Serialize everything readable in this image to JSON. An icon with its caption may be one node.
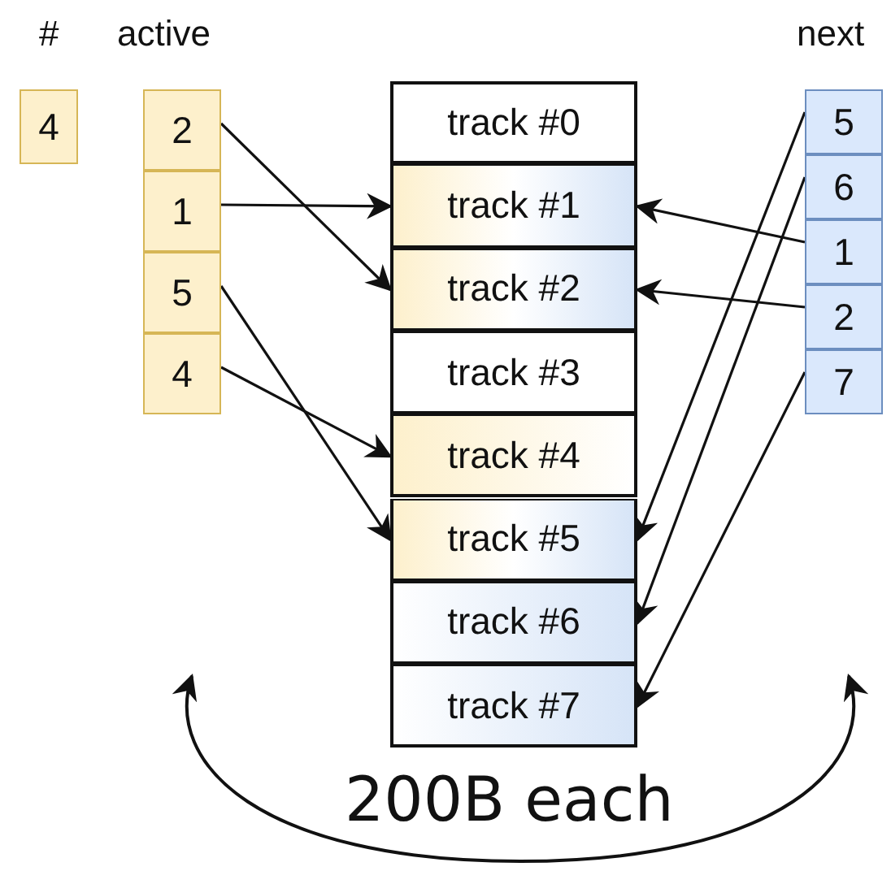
{
  "diagram": {
    "nodes": [
      {
        "text": [
          "4"
        ]
      },
      {
        "text": [
          "2"
        ]
      },
      {
        "text": [
          "1"
        ]
      },
      {
        "text": [
          "5"
        ]
      },
      {
        "text": [
          "4"
        ]
      },
      {
        "text": [
          "track #0"
        ]
      },
      {
        "text": [
          "track #1"
        ]
      },
      {
        "text": [
          "track #2"
        ]
      },
      {
        "text": [
          "track #3"
        ]
      },
      {
        "text": [
          "track #4"
        ]
      },
      {
        "text": [
          "track #5"
        ]
      },
      {
        "text": [
          "track #6"
        ]
      },
      {
        "text": [
          "track #7"
        ]
      },
      {
        "text": [
          "5"
        ]
      },
      {
        "text": [
          "6"
        ]
      },
      {
        "text": [
          "1"
        ]
      },
      {
        "text": [
          "2"
        ]
      },
      {
        "text": [
          "7"
        ]
      }
    ],
    "edges": [
      {
        "from": 1,
        "to": 7,
        "arrow": "to"
      },
      {
        "from": 2,
        "to": 6,
        "arrow": "to"
      },
      {
        "from": 3,
        "to": 10,
        "arrow": "to"
      },
      {
        "from": 4,
        "to": 9,
        "arrow": "to"
      },
      {
        "from": 13,
        "to": 10,
        "arrow": "to"
      },
      {
        "from": 14,
        "to": 11,
        "arrow": "to"
      },
      {
        "from": 15,
        "to": 6,
        "arrow": "to"
      },
      {
        "from": 16,
        "to": 7,
        "arrow": "to"
      },
      {
        "from": 17,
        "to": 12,
        "arrow": "to"
      }
    ],
    "labels": [
      "#",
      "active",
      "next",
      "200B each"
    ]
  }
}
